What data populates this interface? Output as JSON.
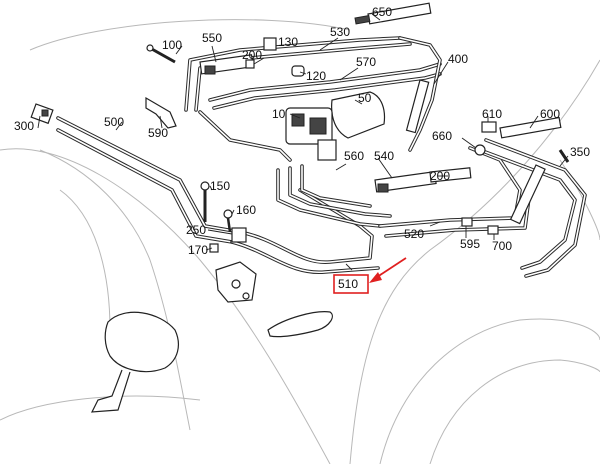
{
  "diagram": {
    "highlight": {
      "label": "510",
      "color": "#e02020"
    },
    "callouts": [
      "650",
      "100",
      "550",
      "200",
      "130",
      "530",
      "120",
      "570",
      "400",
      "50",
      "10",
      "300",
      "500",
      "590",
      "610",
      "600",
      "660",
      "350",
      "560",
      "540",
      "200",
      "150",
      "160",
      "250",
      "170",
      "520",
      "595",
      "700",
      "510"
    ]
  }
}
